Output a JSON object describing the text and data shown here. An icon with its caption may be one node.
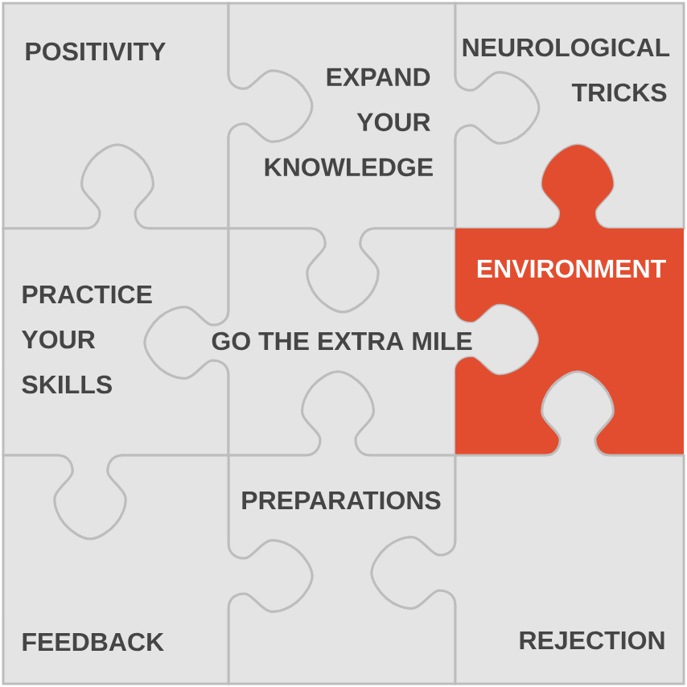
{
  "diagram": {
    "nodes": [
      {
        "text": [
          "POSITIVITY"
        ]
      },
      {
        "text": [
          "EXPAND YOUR KNOWLEDGE"
        ]
      },
      {
        "text": [
          "NEUROLOGICAL TRICKS"
        ]
      },
      {
        "text": [
          "PRACTICE YOUR SKILLS"
        ]
      },
      {
        "text": [
          "GO THE EXTRA MILE"
        ]
      },
      {
        "text": [
          "ENVIRONMENT"
        ]
      },
      {
        "text": [
          "PREPARATIONS"
        ]
      },
      {
        "text": [
          "FEEDBACK"
        ]
      },
      {
        "text": [
          "REJECTION"
        ]
      }
    ]
  }
}
